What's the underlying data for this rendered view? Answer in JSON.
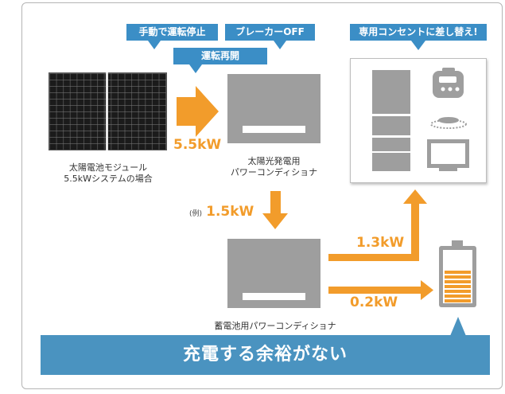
{
  "labels": {
    "manual_stop": "手動で運転停止",
    "breaker_off": "ブレーカーOFF",
    "restart": "運転再開",
    "switch_outlet": "専用コンセントに差し替え!"
  },
  "solar_module": {
    "line1": "太陽電池モジュール",
    "line2": "5.5kWシステムの場合"
  },
  "solar_pcs": {
    "line1": "太陽光発電用",
    "line2": "パワーコンディショナ"
  },
  "battery_pcs": {
    "label": "蓄電池用パワーコンディショナ"
  },
  "flows": {
    "solar_output": "5.5kW",
    "example_prefix": "(例)",
    "charge_input": "1.5kW",
    "to_outlet": "1.3kW",
    "to_battery": "0.2kW"
  },
  "banner": {
    "text": "充電する余裕がない"
  },
  "colors": {
    "blue": "#3b8ec6",
    "orange": "#f29c2b",
    "gray": "#9e9e9e",
    "banner": "#4a93c0"
  }
}
